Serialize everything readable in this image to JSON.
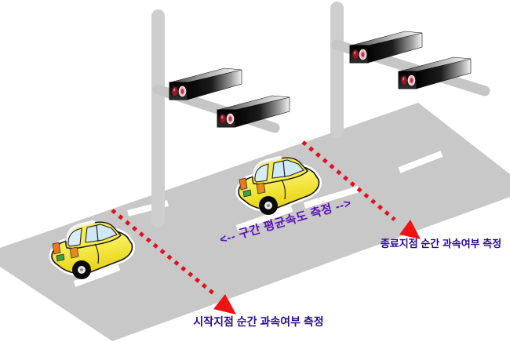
{
  "annotations": {
    "section_average": {
      "text": "<-- 구간 평균속도 측정 -->",
      "color": "#5a10b8"
    },
    "start_point": {
      "text": "시작지점 순간 과속여부 측정",
      "color": "#2a0a9a"
    },
    "end_point": {
      "text": "종료지점 순간 과속여부 측정",
      "color": "#2a0a9a"
    }
  },
  "scene": {
    "background_color": "#ffffff",
    "road": {
      "color": "#c8c8c8",
      "lane_marking_color": "#ffffff",
      "lane_dash_count": 6
    },
    "poles": {
      "count": 2,
      "color": "#cecece"
    },
    "speed_cameras": {
      "count": 4,
      "body_gradient": [
        "#030303",
        "#f4f4f4"
      ],
      "lens_colors": [
        "#8e1b26",
        "#f2b6be"
      ]
    },
    "cars": {
      "count": 2,
      "body_color": "#f2e43a",
      "window_color": "#cfe8f5"
    },
    "measurement_lines": {
      "count": 2,
      "style": "dotted",
      "dot_color": "#e3101c",
      "arrow_color": "#ee1212"
    }
  }
}
